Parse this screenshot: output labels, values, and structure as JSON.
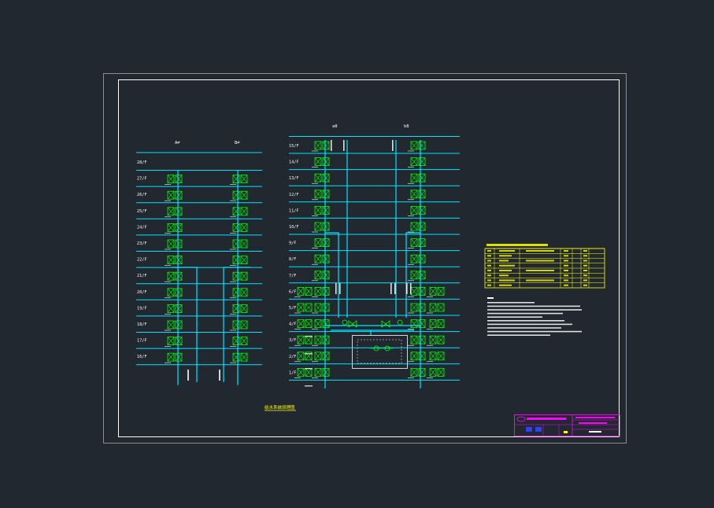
{
  "colors": {
    "background": "#212830",
    "frame": "#ffffff",
    "floor_line": "#00e5ff",
    "fixture": "#00ff00",
    "annotation": "#ffffff",
    "table": "#ffff00",
    "title_block": "#ff00ff"
  },
  "left_riser_labels": [
    "A≠",
    "B≠"
  ],
  "left_floors": [
    "28/F",
    "27/F",
    "26/F",
    "25/F",
    "24/F",
    "23/F",
    "22/F",
    "21/F",
    "20/F",
    "19/F",
    "18/F",
    "17/F",
    "16/F"
  ],
  "right_riser_labels": [
    "a8",
    "b8"
  ],
  "right_floors": [
    "15/F",
    "14/F",
    "13/F",
    "12/F",
    "11/F",
    "10/F",
    "9/F",
    "8/F",
    "7/F",
    "6/F",
    "5/F",
    "4/F",
    "3/F",
    "2/F",
    "1/F"
  ],
  "caption": "给水系统原理图",
  "icons": {
    "valve": "valve-icon",
    "meter": "water-meter-icon",
    "pump": "pump-icon",
    "logo": "company-logo-icon"
  }
}
